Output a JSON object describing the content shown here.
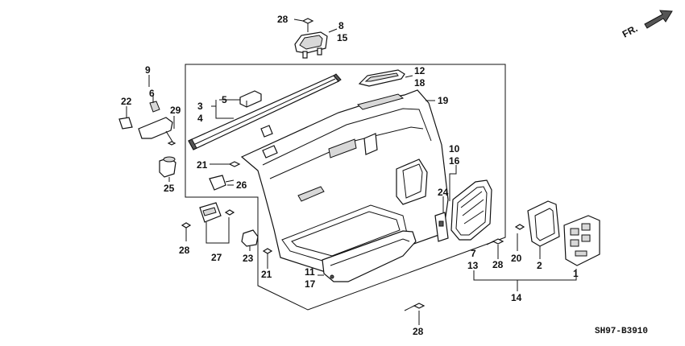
{
  "diagram": {
    "drawing_code": "SH97-B3910",
    "direction_label": "FR.",
    "callouts": [
      {
        "key": "c28a",
        "text": "28"
      },
      {
        "key": "c8",
        "text": "8"
      },
      {
        "key": "c15",
        "text": "15"
      },
      {
        "key": "c9",
        "text": "9"
      },
      {
        "key": "c6",
        "text": "6"
      },
      {
        "key": "c22",
        "text": "22"
      },
      {
        "key": "c29",
        "text": "29"
      },
      {
        "key": "c3",
        "text": "3"
      },
      {
        "key": "c4",
        "text": "4"
      },
      {
        "key": "c5",
        "text": "5"
      },
      {
        "key": "c12",
        "text": "12"
      },
      {
        "key": "c18",
        "text": "18"
      },
      {
        "key": "c19",
        "text": "19"
      },
      {
        "key": "c21a",
        "text": "21"
      },
      {
        "key": "c25",
        "text": "25"
      },
      {
        "key": "c26",
        "text": "26"
      },
      {
        "key": "c10",
        "text": "10"
      },
      {
        "key": "c16",
        "text": "16"
      },
      {
        "key": "c24",
        "text": "24"
      },
      {
        "key": "c28b",
        "text": "28"
      },
      {
        "key": "c27",
        "text": "27"
      },
      {
        "key": "c23",
        "text": "23"
      },
      {
        "key": "c21b",
        "text": "21"
      },
      {
        "key": "c11",
        "text": "11"
      },
      {
        "key": "c17",
        "text": "17"
      },
      {
        "key": "c7",
        "text": "7"
      },
      {
        "key": "c13",
        "text": "13"
      },
      {
        "key": "c28c",
        "text": "28"
      },
      {
        "key": "c20",
        "text": "20"
      },
      {
        "key": "c2",
        "text": "2"
      },
      {
        "key": "c1",
        "text": "1"
      },
      {
        "key": "c14",
        "text": "14"
      },
      {
        "key": "c28d",
        "text": "28"
      }
    ]
  }
}
